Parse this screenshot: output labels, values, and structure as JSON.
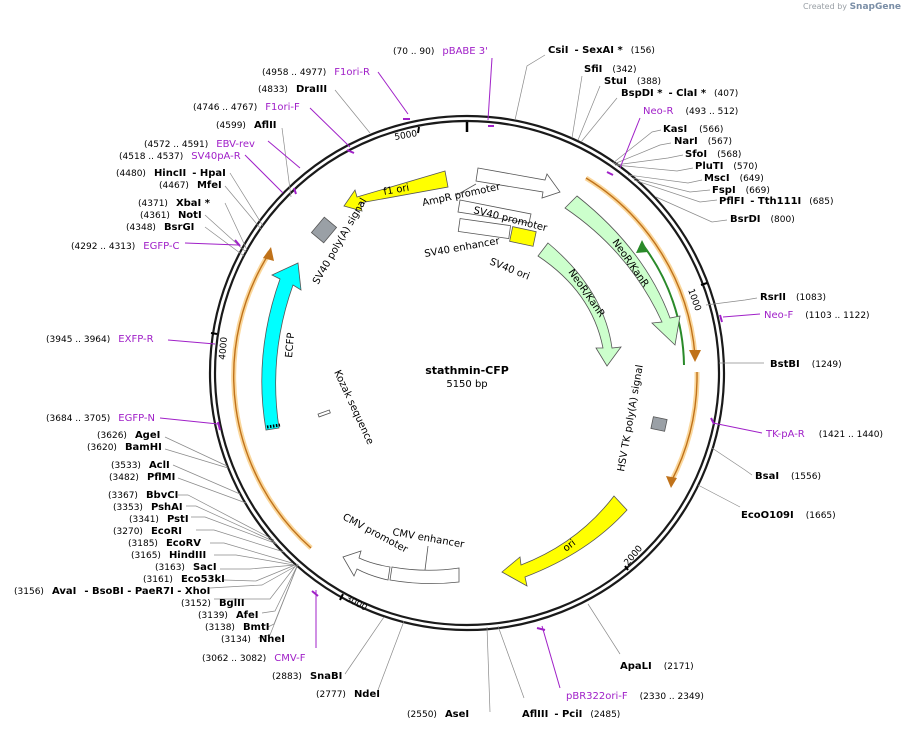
{
  "brand": {
    "created_by": "Created by",
    "name": "SnapGene"
  },
  "plasmid": {
    "name": "stathmin-CFP",
    "size_label": "5150 bp",
    "length": 5150
  },
  "colors": {
    "backbone": "#1a1a1a",
    "primer": "#a020c8",
    "yellow": "#ffff00",
    "green": "#ccffcc",
    "cyan": "#00ffff",
    "orange": "#f5a623"
  },
  "ticks": [
    "1000",
    "2000",
    "3000",
    "4000",
    "5000"
  ],
  "site_groups": [
    {
      "name": "CsiI",
      "extra": "- SexAI *",
      "pos": "(156)"
    },
    {
      "name": "SfiI",
      "pos": "(342)"
    },
    {
      "name": "StuI",
      "pos": "(388)"
    },
    {
      "name": "BspDI *",
      "extra": "- ClaI *",
      "pos": "(407)"
    },
    {
      "name": "KasI",
      "pos": "(566)"
    },
    {
      "name": "NarI",
      "pos": "(567)"
    },
    {
      "name": "SfoI",
      "pos": "(568)"
    },
    {
      "name": "PluTI",
      "pos": "(570)"
    },
    {
      "name": "MscI",
      "pos": "(649)"
    },
    {
      "name": "FspI",
      "pos": "(669)"
    },
    {
      "name": "PflFI",
      "extra": "- Tth111I",
      "pos": "(685)"
    },
    {
      "name": "BsrDI",
      "pos": "(800)"
    },
    {
      "name": "RsrII",
      "pos": "(1083)"
    },
    {
      "name": "BstBI",
      "pos": "(1249)"
    },
    {
      "name": "BsaI",
      "pos": "(1556)"
    },
    {
      "name": "EcoO109I",
      "pos": "(1665)"
    },
    {
      "name": "ApaLI",
      "pos": "(2171)"
    },
    {
      "name": "AflIII",
      "extra": "- PciI",
      "pos": "(2485)"
    },
    {
      "name": "AseI",
      "pos": "(2550)"
    },
    {
      "name": "NdeI",
      "pos": "(2777)"
    },
    {
      "name": "SnaBI",
      "pos": "(2883)"
    },
    {
      "name": "NheI",
      "pos": "(3134)"
    },
    {
      "name": "BmtI",
      "pos": "(3138)"
    },
    {
      "name": "AfeI",
      "pos": "(3139)"
    },
    {
      "name": "BglII",
      "pos": "(3152)"
    },
    {
      "name": "AvaI",
      "extra": "- BsoBI - PaeR7I - XhoI",
      "pos": "(3156)"
    },
    {
      "name": "Eco53kI",
      "pos": "(3161)"
    },
    {
      "name": "SacI",
      "pos": "(3163)"
    },
    {
      "name": "HindIII",
      "pos": "(3165)"
    },
    {
      "name": "EcoRV",
      "pos": "(3185)"
    },
    {
      "name": "EcoRI",
      "pos": "(3270)"
    },
    {
      "name": "PstI",
      "pos": "(3341)"
    },
    {
      "name": "PshAI",
      "pos": "(3353)"
    },
    {
      "name": "BbvCI",
      "pos": "(3367)"
    },
    {
      "name": "PflMI",
      "pos": "(3482)"
    },
    {
      "name": "AclI",
      "pos": "(3533)"
    },
    {
      "name": "BamHI",
      "pos": "(3620)"
    },
    {
      "name": "AgeI",
      "pos": "(3626)"
    },
    {
      "name": "BsrGI",
      "pos": "(4348)"
    },
    {
      "name": "NotI",
      "pos": "(4361)"
    },
    {
      "name": "XbaI *",
      "pos": "(4371)"
    },
    {
      "name": "MfeI",
      "pos": "(4467)"
    },
    {
      "name": "HincII",
      "extra": "- HpaI",
      "pos": "(4480)"
    },
    {
      "name": "AflII",
      "pos": "(4599)"
    },
    {
      "name": "DraIII",
      "pos": "(4833)"
    }
  ],
  "primers": [
    {
      "name": "pBABE 3'",
      "range": "(70 .. 90)"
    },
    {
      "name": "Neo-R",
      "range": "(493 .. 512)"
    },
    {
      "name": "Neo-F",
      "range": "(1103 .. 1122)"
    },
    {
      "name": "TK-pA-R",
      "range": "(1421 .. 1440)"
    },
    {
      "name": "pBR322ori-F",
      "range": "(2330 .. 2349)"
    },
    {
      "name": "CMV-F",
      "range": "(3062 .. 3082)"
    },
    {
      "name": "EGFP-N",
      "range": "(3684 .. 3705)"
    },
    {
      "name": "EXFP-R",
      "range": "(3945 .. 3964)"
    },
    {
      "name": "EGFP-C",
      "range": "(4292 .. 4313)"
    },
    {
      "name": "SV40pA-R",
      "range": "(4518 .. 4537)"
    },
    {
      "name": "EBV-rev",
      "range": "(4572 .. 4591)"
    },
    {
      "name": "F1ori-F",
      "range": "(4746 .. 4767)"
    },
    {
      "name": "F1ori-R",
      "range": "(4958 .. 4977)"
    }
  ],
  "features": [
    "f1 ori",
    "AmpR promoter",
    "SV40 promoter",
    "SV40 enhancer",
    "SV40 ori",
    "NeoR/KanR",
    "NeoR/KanR",
    "HSV TK poly(A) signal",
    "ori",
    "CMV enhancer",
    "CMV promoter",
    "Kozak sequence",
    "ECFP",
    "SV40 poly(A) signal"
  ]
}
